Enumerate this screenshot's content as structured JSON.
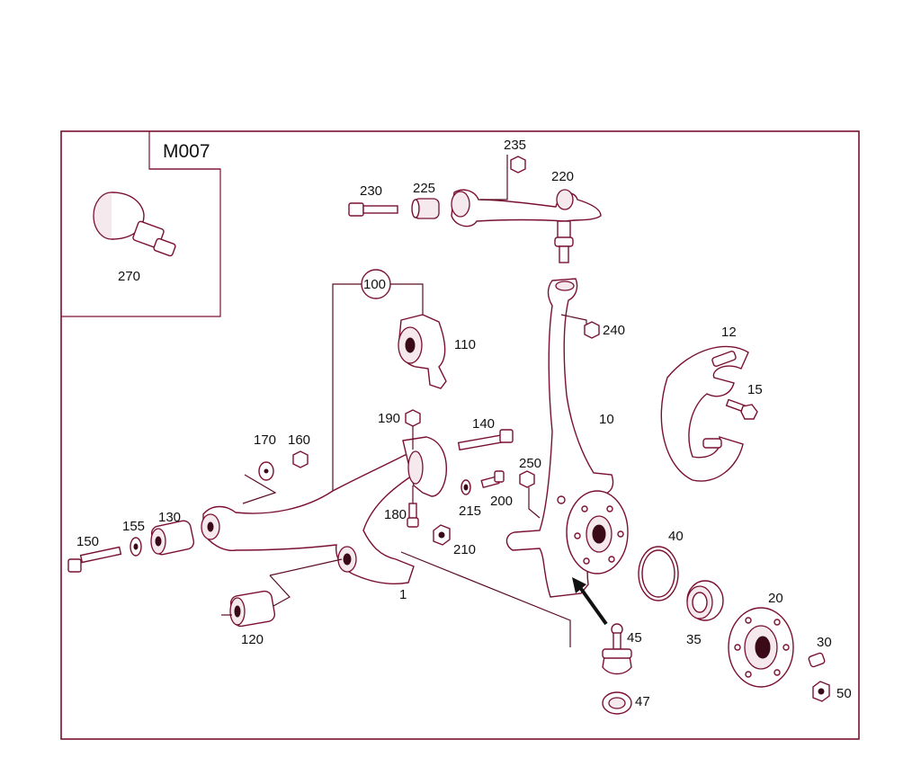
{
  "diagram": {
    "inset_code": "M007",
    "labels": {
      "p1": "1",
      "p10": "10",
      "p12": "12",
      "p15": "15",
      "p20": "20",
      "p30": "30",
      "p35": "35",
      "p40": "40",
      "p45": "45",
      "p47": "47",
      "p50": "50",
      "p100": "100",
      "p110": "110",
      "p120": "120",
      "p130": "130",
      "p140": "140",
      "p150": "150",
      "p155": "155",
      "p160": "160",
      "p170": "170",
      "p180": "180",
      "p190": "190",
      "p200": "200",
      "p210": "210",
      "p215": "215",
      "p220": "220",
      "p225": "225",
      "p230": "230",
      "p235": "235",
      "p240": "240",
      "p250": "250",
      "p270": "270"
    }
  },
  "colors": {
    "line": "#7a1030",
    "leader": "#5a0c22",
    "text": "#111111"
  }
}
